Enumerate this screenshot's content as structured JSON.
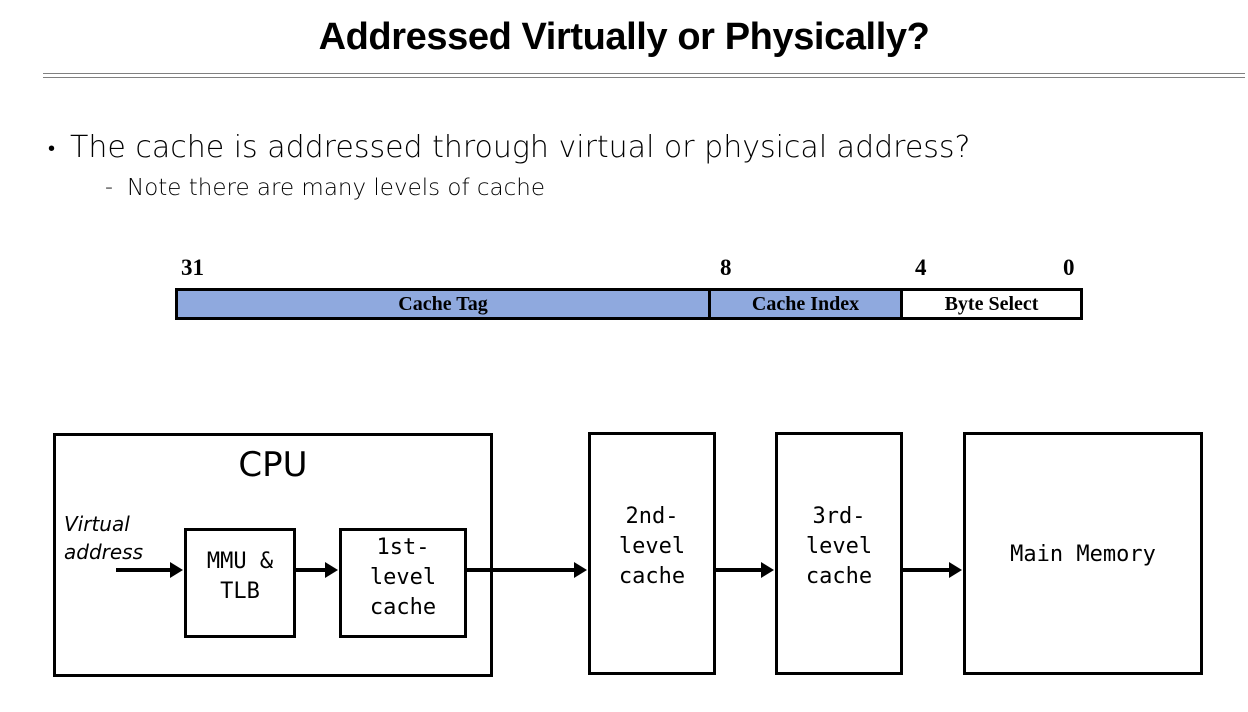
{
  "slide": {
    "title": "Addressed Virtually or Physically?",
    "bullets": [
      {
        "marker": "•",
        "text": "The cache is addressed through virtual or physical address?",
        "level": 1
      },
      {
        "marker": "-",
        "text": "Note there are many levels of cache",
        "level": 2
      }
    ]
  },
  "bitfield": {
    "bit_labels": [
      "31",
      "8",
      "4",
      "0"
    ],
    "fields": [
      {
        "label": "Cache Tag",
        "filled": true,
        "high_bit": "31",
        "low_bit": "9"
      },
      {
        "label": "Cache Index",
        "filled": true,
        "high_bit": "8",
        "low_bit": "5"
      },
      {
        "label": "Byte Select",
        "filled": false,
        "high_bit": "4",
        "low_bit": "0"
      }
    ],
    "fill_color": "#8fa9de",
    "border_color": "#000000"
  },
  "diagram": {
    "cpu_label": "CPU",
    "virtual_address_label": "Virtual\naddress",
    "blocks": [
      {
        "id": "mmu",
        "label": "MMU &\nTLB"
      },
      {
        "id": "l1",
        "label": "1st-\nlevel\ncache"
      },
      {
        "id": "l2",
        "label": "2nd-\nlevel\ncache"
      },
      {
        "id": "l3",
        "label": "3rd-\nlevel\ncache"
      },
      {
        "id": "memory",
        "label": "Main Memory"
      }
    ]
  }
}
